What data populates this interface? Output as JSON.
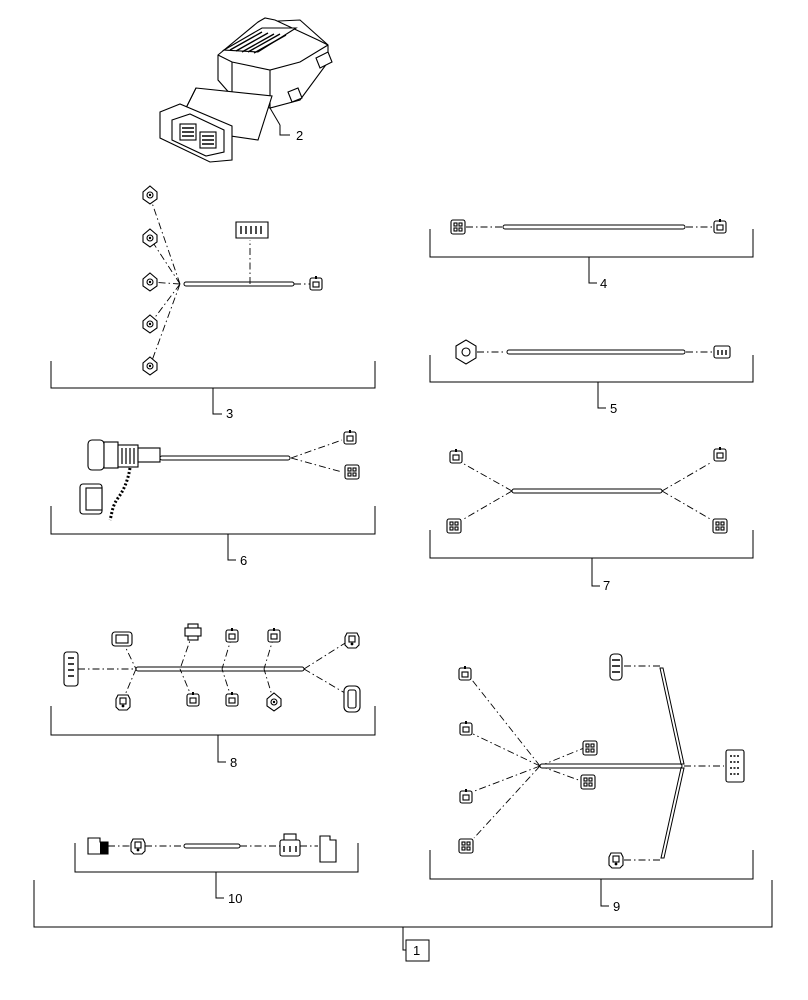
{
  "callouts": {
    "item_1": "1",
    "item_2": "2",
    "item_3": "3",
    "item_4": "4",
    "item_5": "5",
    "item_6": "6",
    "item_7": "7",
    "item_8": "8",
    "item_9": "9",
    "item_10": "10"
  },
  "icons": {
    "module": "ecu-module-icon",
    "connector": "harness-connector-icon",
    "bracket": "harness-bracket-icon"
  }
}
